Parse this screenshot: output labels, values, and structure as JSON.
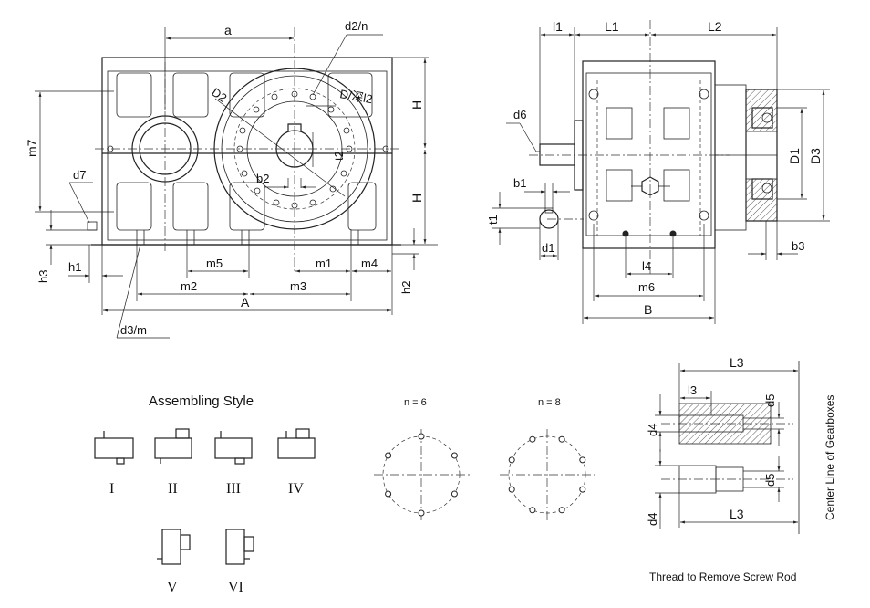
{
  "front_view": {
    "labels": {
      "a": "a",
      "d2n": "d2/n",
      "D2": "D2",
      "Ddepth": "D/深l2",
      "H_top": "H",
      "H_bot": "H",
      "m7": "m7",
      "t2": "t2",
      "b2": "b2",
      "d7": "d7",
      "h3": "h3",
      "h1": "h1",
      "m5": "m5",
      "m1": "m1",
      "m4": "m4",
      "h2": "h2",
      "m2": "m2",
      "m3": "m3",
      "A": "A",
      "d3m": "d3/m"
    }
  },
  "side_view": {
    "labels": {
      "l1": "l1",
      "L1": "L1",
      "L2": "L2",
      "d6": "d6",
      "D1": "D1",
      "D3": "D3",
      "b1": "b1",
      "t1": "t1",
      "d1": "d1",
      "b3": "b3",
      "l4": "l4",
      "m6": "m6",
      "B": "B"
    }
  },
  "assembling": {
    "title": "Assembling Style",
    "styles": [
      "I",
      "II",
      "III",
      "IV",
      "V",
      "VI"
    ]
  },
  "bolt_patterns": [
    {
      "label": "n = 6",
      "n": 6
    },
    {
      "label": "n = 8",
      "n": 8
    }
  ],
  "thread_detail": {
    "labels": {
      "L3_top": "L3",
      "l3": "l3",
      "d5_top": "d5",
      "d4_top": "d4",
      "d5_bot": "d5",
      "d4_bot": "d4",
      "L3_bot": "L3"
    },
    "side_note": "Center Line of Gearboxes",
    "caption": "Thread to Remove Screw Rod"
  }
}
